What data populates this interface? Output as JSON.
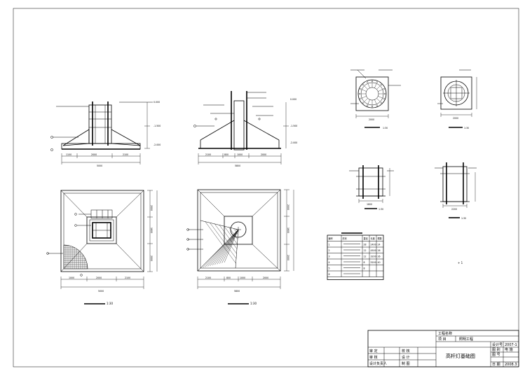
{
  "drawing": {
    "main_title": "高杆灯基础图",
    "scale_labels": {
      "elev_left": "",
      "elev_mid": "",
      "plan_left": "1:30",
      "plan_mid": "1:30",
      "detail_top_left": "1:30",
      "detail_top_right": "1:30",
      "detail_mid_left": "1:30",
      "detail_mid_right": "1:30"
    },
    "detail_mark": "+   1"
  },
  "dimensions": {
    "elev_left_bottom": [
      "1100",
      "2000",
      "2100"
    ],
    "elev_left_total": "5000",
    "elev_mid_bottom": [
      "2100",
      "800",
      "1000",
      "2000"
    ],
    "elev_mid_total": "5800",
    "plan_left_bottom": [
      "1000",
      "2000",
      "2100"
    ],
    "plan_left_total": "5000",
    "plan_left_side": [
      "2000",
      "1600",
      "2000"
    ],
    "plan_mid_bottom": [
      "2100",
      "800",
      "1000",
      "2000"
    ],
    "plan_mid_total": "5800",
    "plan_mid_side": [
      "2000",
      "1600",
      "2000"
    ],
    "det_tl_bottom": "2000",
    "det_tr_bottom": "2000",
    "det_ml_bottom": "1600",
    "det_mr_bottom": "2200",
    "elev_left_levels": [
      "0.000",
      "-1.500",
      "-2.000"
    ],
    "elev_mid_levels": [
      "0.000",
      "-1.500",
      "-2.000"
    ]
  },
  "table": {
    "headers": [
      "编号",
      "形状",
      "直径",
      "长度",
      "根数"
    ],
    "rows": [
      [
        "1",
        "",
        "28",
        "2400",
        "24"
      ],
      [
        "2",
        "",
        "12",
        "4500",
        "26"
      ],
      [
        "3",
        "",
        "12",
        "3200",
        "26"
      ],
      [
        "4",
        "",
        "8",
        "5200",
        "40"
      ],
      [
        "5",
        "",
        "8",
        "",
        ""
      ],
      [
        "6",
        "",
        "",
        "",
        ""
      ]
    ]
  },
  "title_block": {
    "project_label": "工程名称",
    "project_value": "",
    "item_label": "项  目",
    "item_value": "照明工程",
    "left_cells": [
      [
        "审  定",
        "",
        "校  核",
        ""
      ],
      [
        "审  核",
        "",
        "设  计",
        ""
      ],
      [
        "设计负责人",
        "",
        "制  图",
        ""
      ]
    ],
    "right_cells": [
      [
        "设计号",
        "2007-1"
      ],
      [
        "图  别",
        "电  施"
      ],
      [
        "图  号",
        ""
      ],
      [
        "日  期",
        "2008.3"
      ]
    ]
  }
}
